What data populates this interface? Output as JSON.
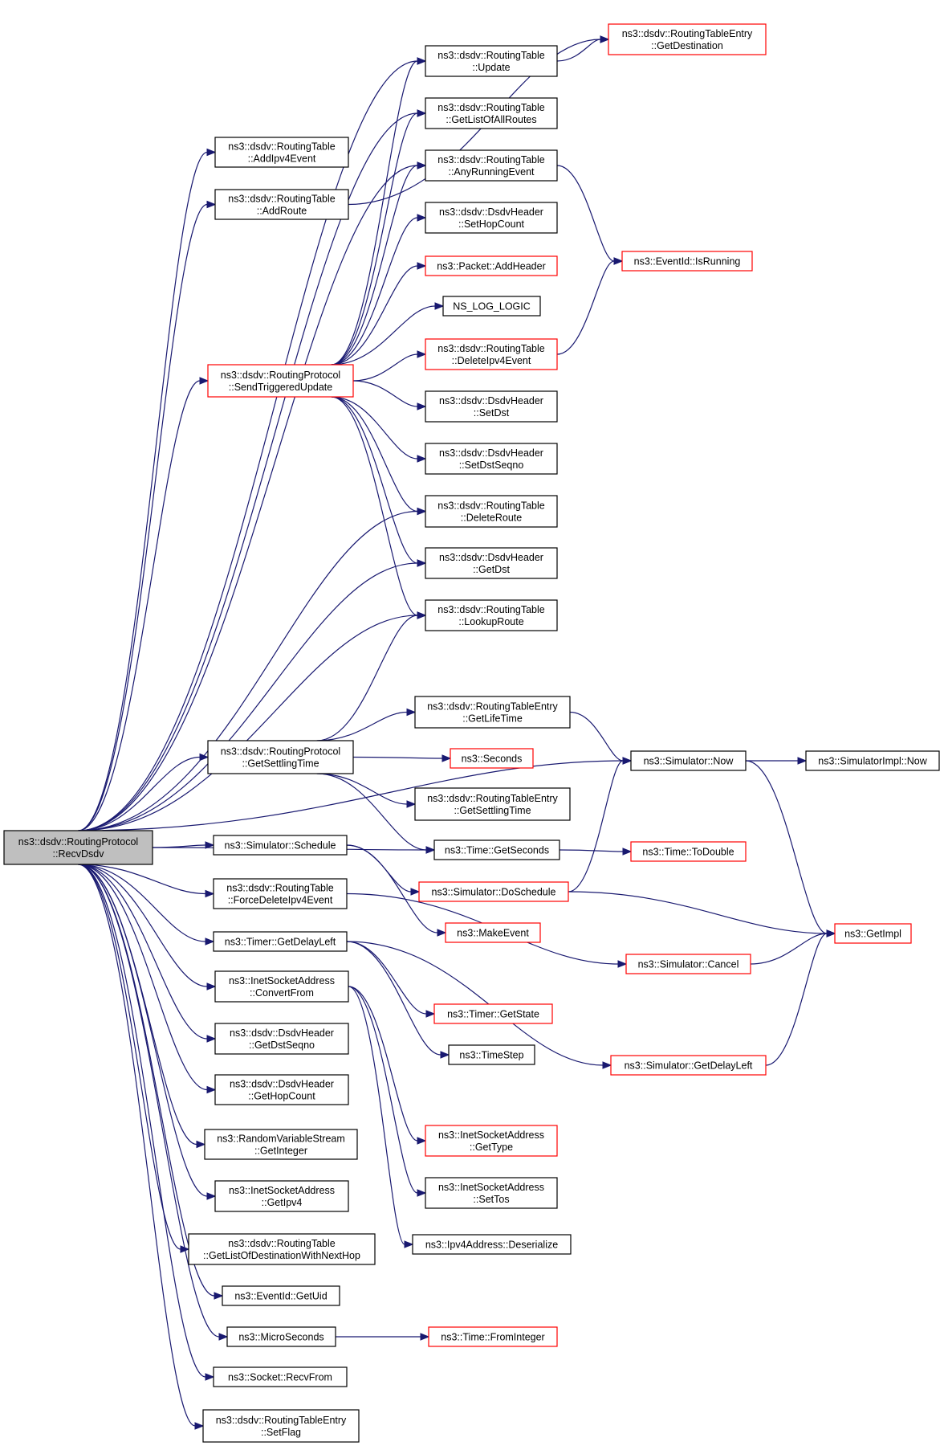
{
  "colors": {
    "edge": "#191970",
    "node_border_default": "#000000",
    "node_border_truncated": "#ff0000",
    "node_fill": "#ffffff",
    "root_fill": "#bfbfbf",
    "background": "#ffffff"
  },
  "nodes": [
    {
      "id": "recvdsdv",
      "lines": [
        "ns3::dsdv::RoutingProtocol",
        "::RecvDsdv"
      ],
      "style": "root"
    },
    {
      "id": "addipv4event",
      "lines": [
        "ns3::dsdv::RoutingTable",
        "::AddIpv4Event"
      ],
      "style": "black"
    },
    {
      "id": "addroute",
      "lines": [
        "ns3::dsdv::RoutingTable",
        "::AddRoute"
      ],
      "style": "black"
    },
    {
      "id": "sendtriggered",
      "lines": [
        "ns3::dsdv::RoutingProtocol",
        "::SendTriggeredUpdate"
      ],
      "style": "red"
    },
    {
      "id": "getsettling",
      "lines": [
        "ns3::dsdv::RoutingProtocol",
        "::GetSettlingTime"
      ],
      "style": "black"
    },
    {
      "id": "schedule",
      "lines": [
        "ns3::Simulator::Schedule"
      ],
      "style": "black"
    },
    {
      "id": "forcedelete",
      "lines": [
        "ns3::dsdv::RoutingTable",
        "::ForceDeleteIpv4Event"
      ],
      "style": "black"
    },
    {
      "id": "getdelayleft",
      "lines": [
        "ns3::Timer::GetDelayLeft"
      ],
      "style": "black"
    },
    {
      "id": "convertfrom",
      "lines": [
        "ns3::InetSocketAddress",
        "::ConvertFrom"
      ],
      "style": "black"
    },
    {
      "id": "getdstseqno",
      "lines": [
        "ns3::dsdv::DsdvHeader",
        "::GetDstSeqno"
      ],
      "style": "black"
    },
    {
      "id": "gethopcount",
      "lines": [
        "ns3::dsdv::DsdvHeader",
        "::GetHopCount"
      ],
      "style": "black"
    },
    {
      "id": "getinteger",
      "lines": [
        "ns3::RandomVariableStream",
        "::GetInteger"
      ],
      "style": "black"
    },
    {
      "id": "getipv4",
      "lines": [
        "ns3::InetSocketAddress",
        "::GetIpv4"
      ],
      "style": "black"
    },
    {
      "id": "getlistdest",
      "lines": [
        "ns3::dsdv::RoutingTable",
        "::GetListOfDestinationWithNextHop"
      ],
      "style": "black"
    },
    {
      "id": "getuid",
      "lines": [
        "ns3::EventId::GetUid"
      ],
      "style": "black"
    },
    {
      "id": "microseconds",
      "lines": [
        "ns3::MicroSeconds"
      ],
      "style": "black"
    },
    {
      "id": "recvfrom",
      "lines": [
        "ns3::Socket::RecvFrom"
      ],
      "style": "black"
    },
    {
      "id": "setflag",
      "lines": [
        "ns3::dsdv::RoutingTableEntry",
        "::SetFlag"
      ],
      "style": "black"
    },
    {
      "id": "update",
      "lines": [
        "ns3::dsdv::RoutingTable",
        "::Update"
      ],
      "style": "black"
    },
    {
      "id": "getlistall",
      "lines": [
        "ns3::dsdv::RoutingTable",
        "::GetListOfAllRoutes"
      ],
      "style": "black"
    },
    {
      "id": "anyrunning",
      "lines": [
        "ns3::dsdv::RoutingTable",
        "::AnyRunningEvent"
      ],
      "style": "black"
    },
    {
      "id": "sethopcount",
      "lines": [
        "ns3::dsdv::DsdvHeader",
        "::SetHopCount"
      ],
      "style": "black"
    },
    {
      "id": "addheader",
      "lines": [
        "ns3::Packet::AddHeader"
      ],
      "style": "red"
    },
    {
      "id": "nslog",
      "lines": [
        "NS_LOG_LOGIC"
      ],
      "style": "black"
    },
    {
      "id": "deleteipv4",
      "lines": [
        "ns3::dsdv::RoutingTable",
        "::DeleteIpv4Event"
      ],
      "style": "red"
    },
    {
      "id": "setdst",
      "lines": [
        "ns3::dsdv::DsdvHeader",
        "::SetDst"
      ],
      "style": "black"
    },
    {
      "id": "setdstseqno",
      "lines": [
        "ns3::dsdv::DsdvHeader",
        "::SetDstSeqno"
      ],
      "style": "black"
    },
    {
      "id": "deleteroute",
      "lines": [
        "ns3::dsdv::RoutingTable",
        "::DeleteRoute"
      ],
      "style": "black"
    },
    {
      "id": "getdst",
      "lines": [
        "ns3::dsdv::DsdvHeader",
        "::GetDst"
      ],
      "style": "black"
    },
    {
      "id": "lookuproute",
      "lines": [
        "ns3::dsdv::RoutingTable",
        "::LookupRoute"
      ],
      "style": "black"
    },
    {
      "id": "getlifetime",
      "lines": [
        "ns3::dsdv::RoutingTableEntry",
        "::GetLifeTime"
      ],
      "style": "black"
    },
    {
      "id": "seconds",
      "lines": [
        "ns3::Seconds"
      ],
      "style": "red"
    },
    {
      "id": "getsettlingentry",
      "lines": [
        "ns3::dsdv::RoutingTableEntry",
        "::GetSettlingTime"
      ],
      "style": "black"
    },
    {
      "id": "getseconds",
      "lines": [
        "ns3::Time::GetSeconds"
      ],
      "style": "black"
    },
    {
      "id": "doschedule",
      "lines": [
        "ns3::Simulator::DoSchedule"
      ],
      "style": "red"
    },
    {
      "id": "makeevent",
      "lines": [
        "ns3::MakeEvent"
      ],
      "style": "red"
    },
    {
      "id": "getstate",
      "lines": [
        "ns3::Timer::GetState"
      ],
      "style": "red"
    },
    {
      "id": "timestep",
      "lines": [
        "ns3::TimeStep"
      ],
      "style": "black"
    },
    {
      "id": "gettype",
      "lines": [
        "ns3::InetSocketAddress",
        "::GetType"
      ],
      "style": "red"
    },
    {
      "id": "settos",
      "lines": [
        "ns3::InetSocketAddress",
        "::SetTos"
      ],
      "style": "black"
    },
    {
      "id": "deserialize",
      "lines": [
        "ns3::Ipv4Address::Deserialize"
      ],
      "style": "black"
    },
    {
      "id": "fromint",
      "lines": [
        "ns3::Time::FromInteger"
      ],
      "style": "red"
    },
    {
      "id": "getdestination",
      "lines": [
        "ns3::dsdv::RoutingTableEntry",
        "::GetDestination"
      ],
      "style": "red"
    },
    {
      "id": "isrunning",
      "lines": [
        "ns3::EventId::IsRunning"
      ],
      "style": "red"
    },
    {
      "id": "simnow",
      "lines": [
        "ns3::Simulator::Now"
      ],
      "style": "black"
    },
    {
      "id": "todouble",
      "lines": [
        "ns3::Time::ToDouble"
      ],
      "style": "red"
    },
    {
      "id": "cancel",
      "lines": [
        "ns3::Simulator::Cancel"
      ],
      "style": "red"
    },
    {
      "id": "simgetdelay",
      "lines": [
        "ns3::Simulator::GetDelayLeft"
      ],
      "style": "red"
    },
    {
      "id": "simimplnow",
      "lines": [
        "ns3::SimulatorImpl::Now"
      ],
      "style": "black"
    },
    {
      "id": "getimpl",
      "lines": [
        "ns3::GetImpl"
      ],
      "style": "red"
    }
  ],
  "edges": [
    [
      "recvdsdv",
      "addipv4event"
    ],
    [
      "recvdsdv",
      "addroute"
    ],
    [
      "recvdsdv",
      "update"
    ],
    [
      "recvdsdv",
      "getlistall"
    ],
    [
      "recvdsdv",
      "anyrunning"
    ],
    [
      "recvdsdv",
      "sendtriggered"
    ],
    [
      "recvdsdv",
      "deleteroute"
    ],
    [
      "recvdsdv",
      "getdst"
    ],
    [
      "recvdsdv",
      "lookuproute"
    ],
    [
      "recvdsdv",
      "simnow"
    ],
    [
      "recvdsdv",
      "getsettling"
    ],
    [
      "recvdsdv",
      "getseconds"
    ],
    [
      "recvdsdv",
      "schedule"
    ],
    [
      "recvdsdv",
      "forcedelete"
    ],
    [
      "recvdsdv",
      "getdelayleft"
    ],
    [
      "recvdsdv",
      "convertfrom"
    ],
    [
      "recvdsdv",
      "getdstseqno"
    ],
    [
      "recvdsdv",
      "gethopcount"
    ],
    [
      "recvdsdv",
      "getinteger"
    ],
    [
      "recvdsdv",
      "getipv4"
    ],
    [
      "recvdsdv",
      "getlistdest"
    ],
    [
      "recvdsdv",
      "getuid"
    ],
    [
      "recvdsdv",
      "microseconds"
    ],
    [
      "recvdsdv",
      "recvfrom"
    ],
    [
      "recvdsdv",
      "setflag"
    ],
    [
      "addroute",
      "getdestination"
    ],
    [
      "update",
      "getdestination"
    ],
    [
      "anyrunning",
      "isrunning"
    ],
    [
      "deleteipv4",
      "isrunning"
    ],
    [
      "sendtriggered",
      "update"
    ],
    [
      "sendtriggered",
      "getlistall"
    ],
    [
      "sendtriggered",
      "anyrunning"
    ],
    [
      "sendtriggered",
      "sethopcount"
    ],
    [
      "sendtriggered",
      "addheader"
    ],
    [
      "sendtriggered",
      "nslog"
    ],
    [
      "sendtriggered",
      "deleteipv4"
    ],
    [
      "sendtriggered",
      "setdst"
    ],
    [
      "sendtriggered",
      "setdstseqno"
    ],
    [
      "sendtriggered",
      "deleteroute"
    ],
    [
      "sendtriggered",
      "getdst"
    ],
    [
      "sendtriggered",
      "lookuproute"
    ],
    [
      "getsettling",
      "lookuproute"
    ],
    [
      "getsettling",
      "getlifetime"
    ],
    [
      "getsettling",
      "seconds"
    ],
    [
      "getsettling",
      "getsettlingentry"
    ],
    [
      "getsettling",
      "getseconds"
    ],
    [
      "getlifetime",
      "simnow"
    ],
    [
      "simnow",
      "simimplnow"
    ],
    [
      "simnow",
      "getimpl"
    ],
    [
      "getseconds",
      "todouble"
    ],
    [
      "doschedule",
      "simnow"
    ],
    [
      "doschedule",
      "getimpl"
    ],
    [
      "schedule",
      "doschedule"
    ],
    [
      "schedule",
      "makeevent"
    ],
    [
      "forcedelete",
      "cancel"
    ],
    [
      "cancel",
      "getimpl"
    ],
    [
      "simgetdelay",
      "getimpl"
    ],
    [
      "getdelayleft",
      "getstate"
    ],
    [
      "getdelayleft",
      "timestep"
    ],
    [
      "getdelayleft",
      "simgetdelay"
    ],
    [
      "convertfrom",
      "gettype"
    ],
    [
      "convertfrom",
      "settos"
    ],
    [
      "convertfrom",
      "deserialize"
    ],
    [
      "microseconds",
      "fromint"
    ]
  ]
}
